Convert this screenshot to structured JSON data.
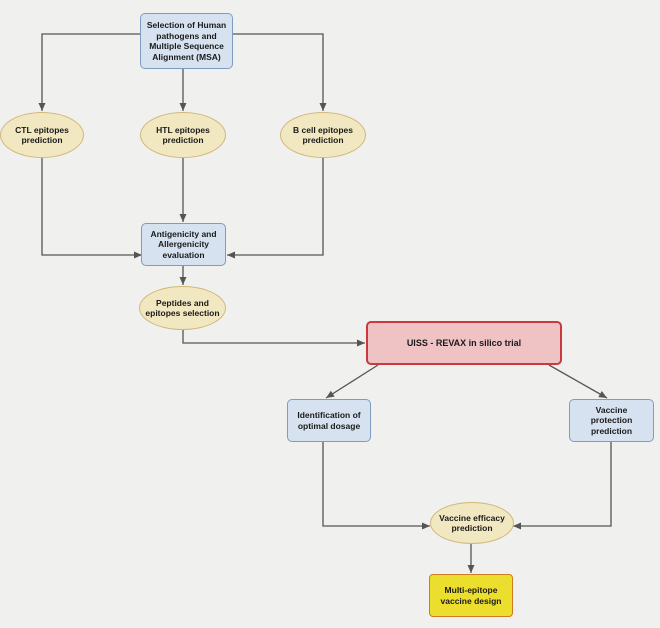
{
  "nodes": {
    "selection": "Selection of Human\npathogens and\nMultiple Sequence\nAlignment (MSA)",
    "ctl": "CTL epitopes\nprediction",
    "htl": "HTL epitopes\nprediction",
    "bcell": "B cell epitopes\nprediction",
    "antigenicity": "Antigenicity and\nAllergenicity\nevaluation",
    "peptides": "Peptides and\nepitopes selection",
    "uiss": "UISS - REVAX in silico trial",
    "dosage": "Identification of\noptimal dosage",
    "protection": "Vaccine protection\nprediction",
    "efficacy": "Vaccine efficacy\nprediction",
    "multi": "Multi-epitope\nvaccine design"
  },
  "colors": {
    "box_fill": "#d6e2ef",
    "box_border": "#7e9cc0",
    "ellipse_fill": "#f1e7c0",
    "ellipse_border": "#d1b87a",
    "trial_fill": "#efc2c4",
    "trial_border": "#c9393d",
    "final_fill": "#ecde2c",
    "final_border": "#d07b1f",
    "connector": "#555555"
  }
}
